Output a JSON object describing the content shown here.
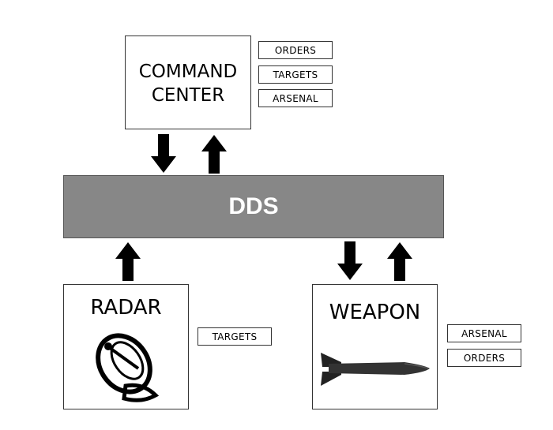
{
  "command_center": {
    "title_line1": "COMMAND",
    "title_line2": "CENTER",
    "tags": [
      "ORDERS",
      "TARGETS",
      "ARSENAL"
    ]
  },
  "bus": {
    "label": "DDS",
    "color": "#878787"
  },
  "radar": {
    "title": "RADAR",
    "tags": [
      "TARGETS"
    ],
    "icon": "satellite-dish-icon"
  },
  "weapon": {
    "title": "WEAPON",
    "tags": [
      "ARSENAL",
      "ORDERS"
    ],
    "icon": "missile-icon"
  },
  "connections": [
    {
      "from": "DDS",
      "to": "COMMAND CENTER"
    },
    {
      "from": "COMMAND CENTER",
      "to": "DDS"
    },
    {
      "from": "RADAR",
      "to": "DDS"
    },
    {
      "from": "DDS",
      "to": "WEAPON"
    },
    {
      "from": "WEAPON",
      "to": "DDS"
    }
  ]
}
